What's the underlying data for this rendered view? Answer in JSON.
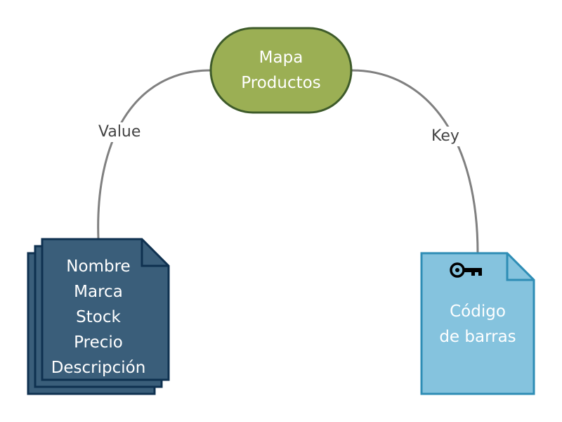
{
  "center_node": {
    "lines": [
      "Mapa",
      "Productos"
    ]
  },
  "edges": {
    "left_label": "Value",
    "right_label": "Key"
  },
  "value_node": {
    "lines": [
      "Nombre",
      "Marca",
      "Stock",
      "Precio",
      "Descripción"
    ]
  },
  "key_node": {
    "icon": "key-icon",
    "lines": [
      "Código",
      "de barras"
    ]
  },
  "colors": {
    "center_fill": "#9BAF54",
    "center_stroke": "#3E5B2A",
    "value_fill": "#3A5E7A",
    "value_stroke": "#0F3150",
    "key_fill": "#85C3DE",
    "key_stroke": "#2E8DB5",
    "edge": "#808080"
  }
}
